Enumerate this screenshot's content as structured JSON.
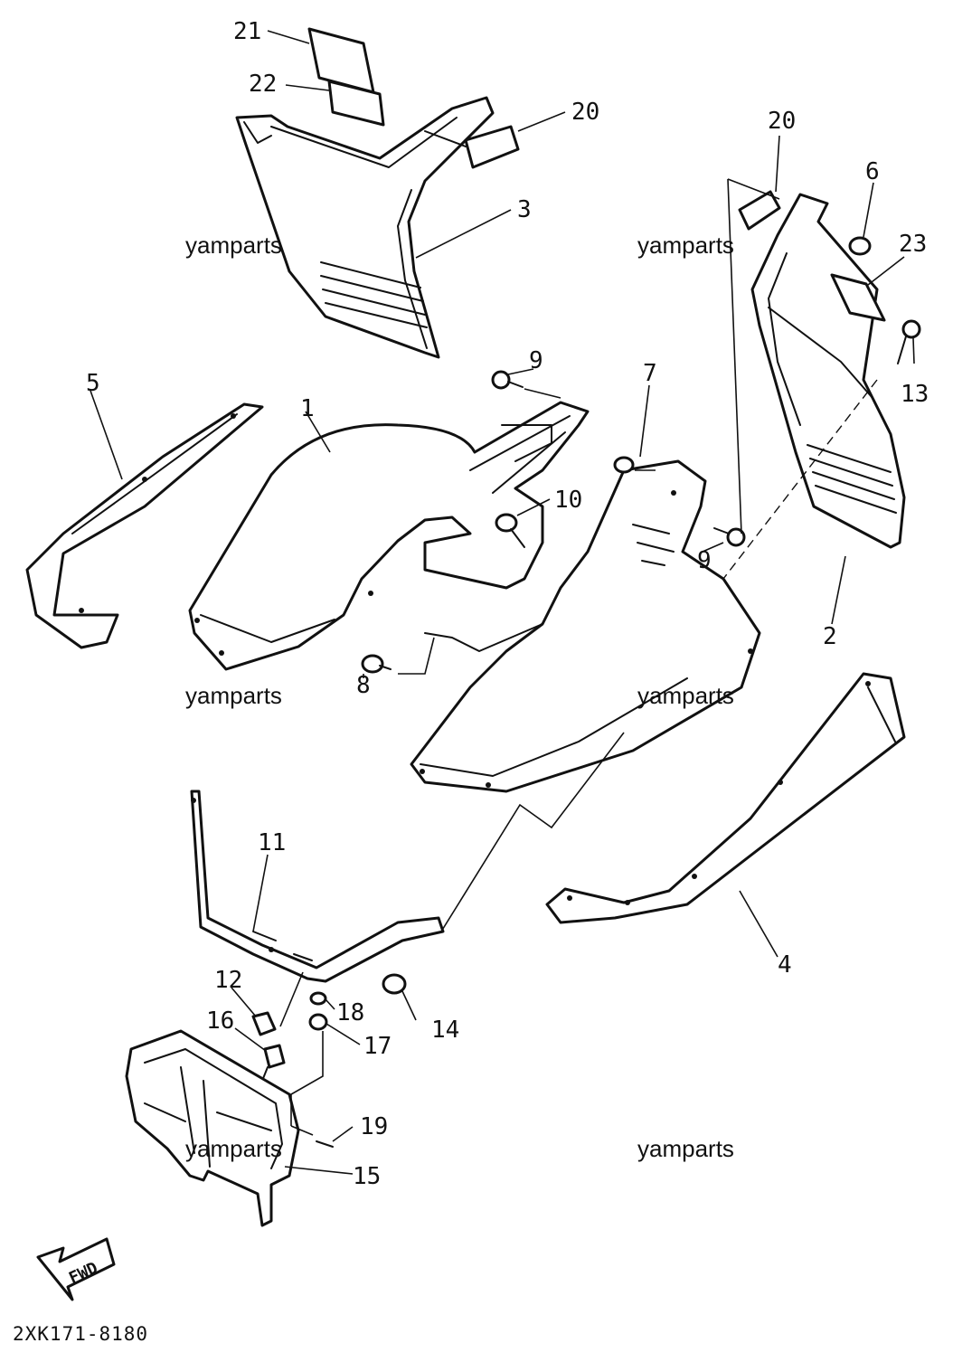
{
  "callouts": {
    "p1": "1",
    "p2": "2",
    "p3": "3",
    "p4": "4",
    "p5": "5",
    "p6": "6",
    "p7": "7",
    "p8": "8",
    "p9a": "9",
    "p9b": "9",
    "p10": "10",
    "p11": "11",
    "p12": "12",
    "p13": "13",
    "p14": "14",
    "p15": "15",
    "p16": "16",
    "p17": "17",
    "p18": "18",
    "p19": "19",
    "p20a": "20",
    "p20b": "20",
    "p21": "21",
    "p22": "22",
    "p23": "23"
  },
  "watermarks": [
    "yamparts",
    "yamparts",
    "yamparts",
    "yamparts",
    "yamparts",
    "yamparts"
  ],
  "direction_label": "FWD",
  "diagram_code": "2XK171-8180"
}
